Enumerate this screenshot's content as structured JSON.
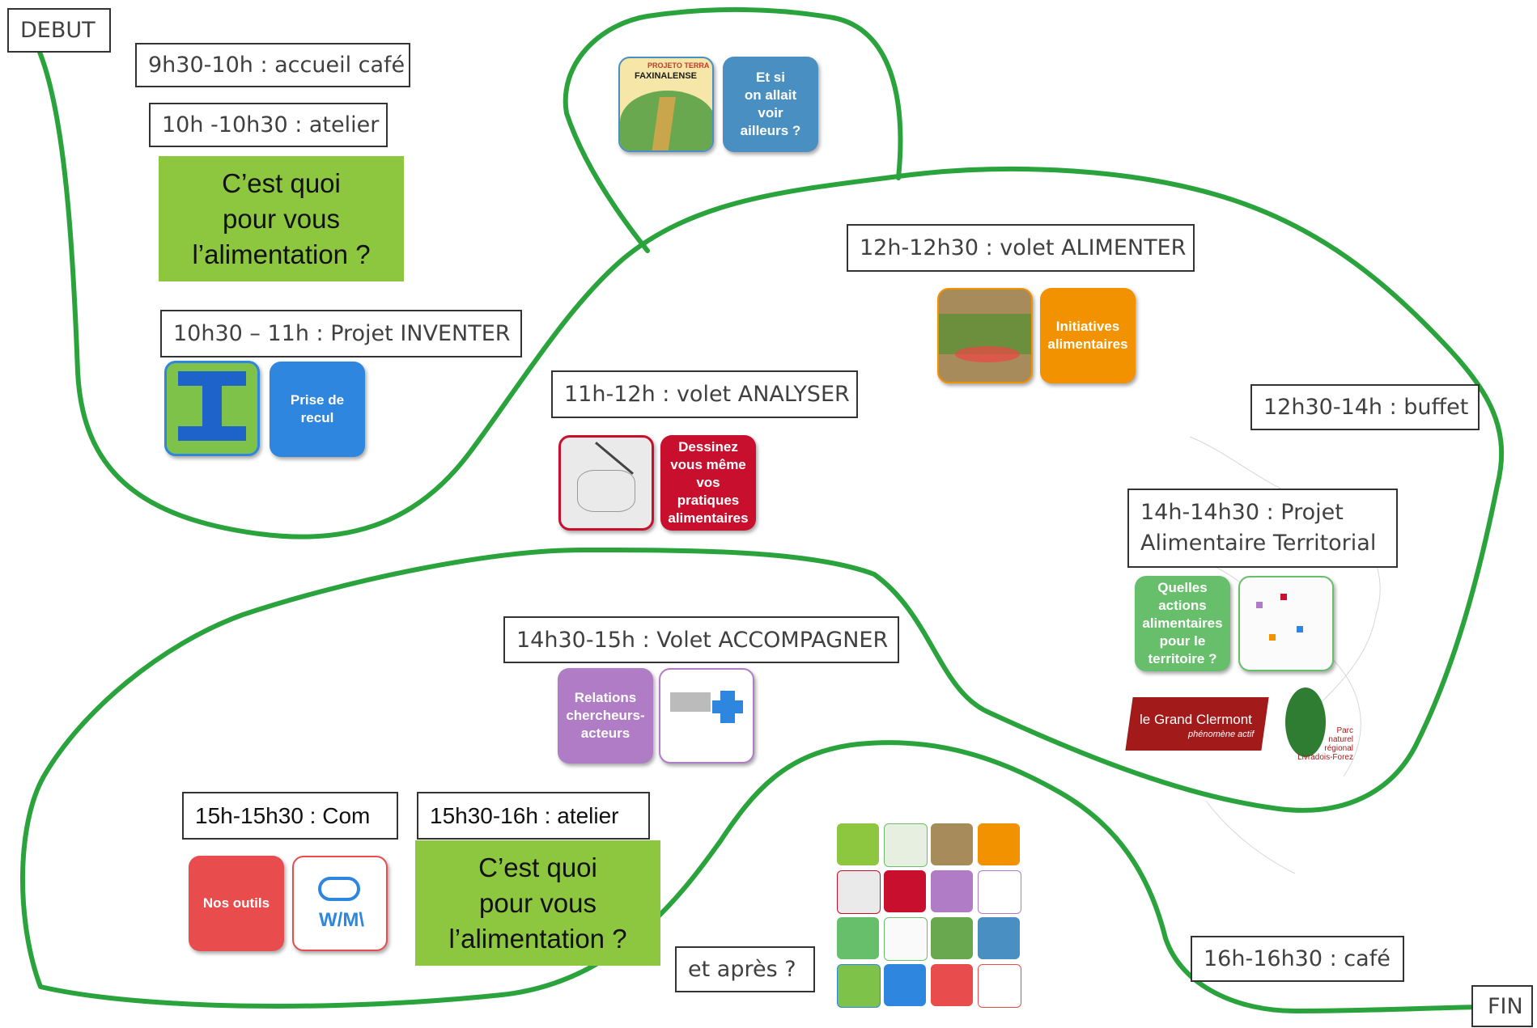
{
  "markers": {
    "start": "DEBUT",
    "end": "FIN"
  },
  "schedule": {
    "accueil": "9h30-10h : accueil café",
    "atelier1": "10h -10h30 : atelier",
    "inventer": "10h30 – 11h : Projet INVENTER",
    "analyser": "11h-12h : volet ANALYSER",
    "alimenter": "12h-12h30 : volet ALIMENTER",
    "buffet": "12h30-14h : buffet",
    "pat_line1": "14h-14h30 : Projet",
    "pat_line2": "Alimentaire Territorial",
    "accompagner": "14h30-15h : Volet ACCOMPAGNER",
    "com": "15h-15h30 : Com",
    "atelier2": "15h30-16h : atelier",
    "cafe": "16h-16h30  : café",
    "apres": "et après ?"
  },
  "question_box": "C’est quoi\npour vous\nl’alimentation ?",
  "tiles": {
    "et_si": "Et si\non allait\nvoir\nailleurs ?",
    "prise_recul": "Prise de\nrecul",
    "dessinez": "Dessinez\nvous même\nvos\npratiques\nalimentaires",
    "initiatives": "Initiatives\nalimentaires",
    "quelles_actions": "Quelles\nactions\nalimentaires\npour le\nterritoire ?",
    "relations": "Relations\nchercheurs-\nacteurs",
    "nos_outils": "Nos outils",
    "wiki": "W/M\\"
  },
  "logos": {
    "terra_top": "PROJETO TERRA",
    "terra_bottom": "FAXINALENSE",
    "grand_clermont": "le Grand Clermont",
    "grand_clermont_sub": "phénomène actif",
    "parc": "Parc\nnaturel\nrégional\nLivradois-Forez"
  },
  "colors": {
    "path": "#2aa33c",
    "question_green": "#8dc63f",
    "blue": "#2e86de",
    "red": "#c8102e",
    "orange": "#f39200",
    "mauve": "#b07cc6",
    "salmon": "#e84c4c",
    "steel": "#4a8fc1",
    "mint": "#67bf6b"
  }
}
